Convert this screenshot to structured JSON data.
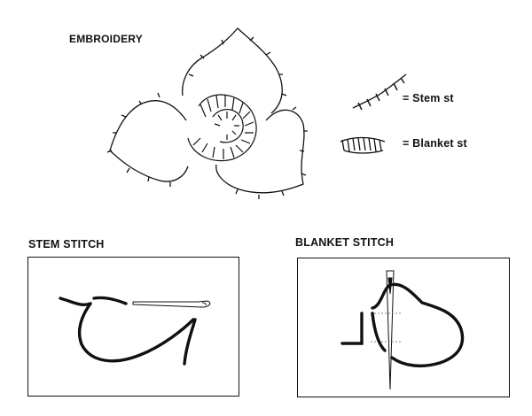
{
  "title": "EMBROIDERY",
  "legend": {
    "stem": "= Stem st",
    "blanket": "= Blanket st"
  },
  "panels": {
    "stem": {
      "heading": "STEM STITCH"
    },
    "blanket": {
      "heading": "BLANKET STITCH"
    }
  }
}
